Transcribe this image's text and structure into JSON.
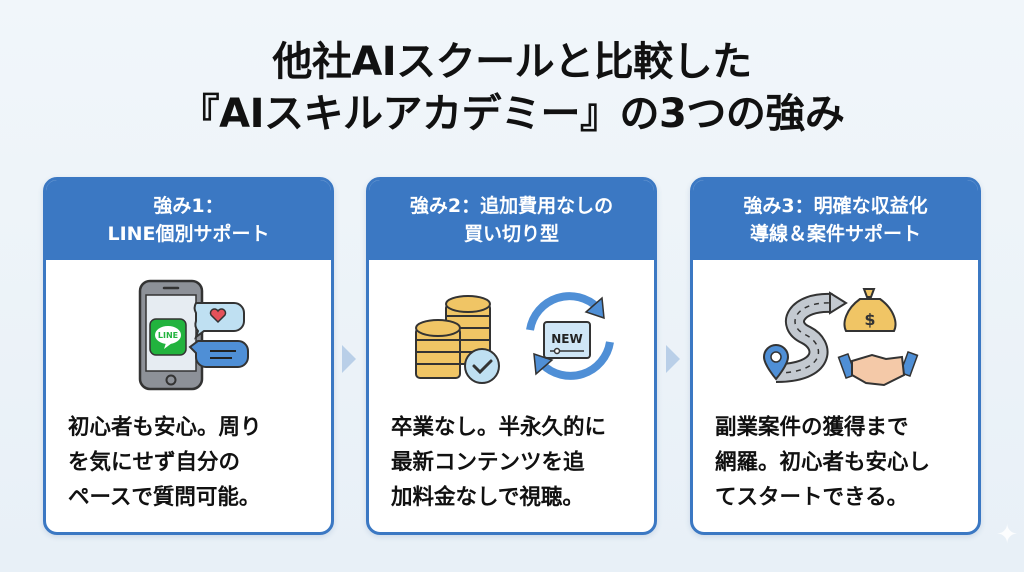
{
  "title": {
    "line1": "他社AIスクールと比較した",
    "line2": "『AIスキルアカデミー』の3つの強み"
  },
  "colors": {
    "accent": "#3b78c3",
    "arrow": "#b9cfe8",
    "background": "#eef4f9"
  },
  "cards": [
    {
      "heading_line1": "強み1：",
      "heading_line2": "LINE個別サポート",
      "icon": "smartphone-line-chat-icon",
      "icon_label": "LINE",
      "text_lines": [
        "初心者も安心。周り",
        "を気にせず自分の",
        "ペースで質問可能。"
      ]
    },
    {
      "heading_line1": "強み2：追加費用なしの",
      "heading_line2": "買い切り型",
      "icon": "coins-and-refresh-new-icon",
      "icon_label": "NEW",
      "text_lines": [
        "卒業なし。半永久的に",
        "最新コンテンツを追",
        "加料金なしで視聴。"
      ]
    },
    {
      "heading_line1": "強み3：明確な収益化",
      "heading_line2": "導線＆案件サポート",
      "icon": "road-moneybag-handshake-icon",
      "icon_label": "$",
      "text_lines": [
        "副業案件の獲得まで",
        "網羅。初心者も安心し",
        "てスタートできる。"
      ]
    }
  ]
}
